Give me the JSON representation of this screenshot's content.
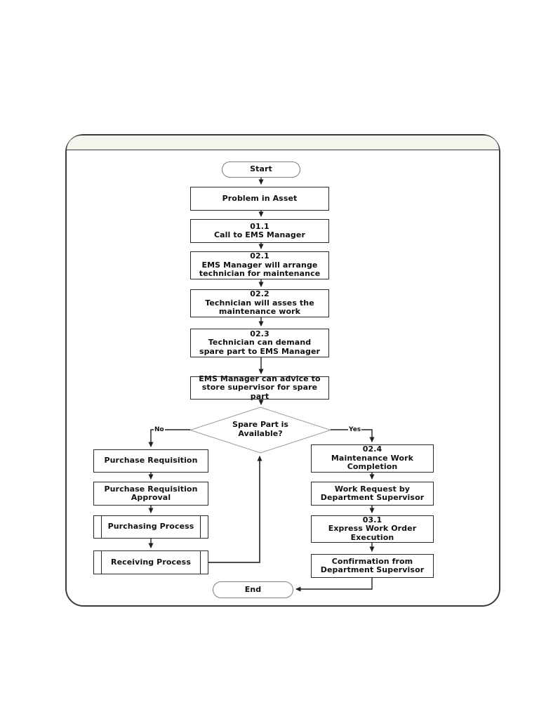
{
  "diagram": {
    "title_hint": "Maintenance and spare part request flowchart",
    "colors": {
      "background": "#ffffff",
      "frame_border": "#3a3a3a",
      "frame_band": "#f4f3ec",
      "box_border": "#2a2a2a",
      "terminator_border": "#7d7d7d",
      "decision_border": "#9a9a9a",
      "line": "#1f1f1f",
      "return_line": "#4d4d4d",
      "text": "#111111"
    },
    "nodes": {
      "start": {
        "type": "terminator",
        "label": "Start"
      },
      "problem": {
        "type": "process",
        "label": "Problem in Asset"
      },
      "call": {
        "type": "process",
        "code": "01.1",
        "label": "Call to EMS Manager"
      },
      "arrange": {
        "type": "process",
        "code": "02.1",
        "label": "EMS Manager will arrange technician for maintenance"
      },
      "assess": {
        "type": "process",
        "code": "02.2",
        "label": "Technician will asses the maintenance work"
      },
      "demand": {
        "type": "process",
        "code": "02.3",
        "label": "Technician can demand spare part to EMS Manager"
      },
      "advice": {
        "type": "process",
        "label": "EMS Manager can advice to store supervisor for spare part"
      },
      "decision": {
        "type": "decision",
        "label": "Spare Part is Available?"
      },
      "purchase_requisition": {
        "type": "process",
        "label": "Purchase Requisition"
      },
      "purchase_requisition_approval": {
        "type": "process",
        "label": "Purchase Requisition Approval"
      },
      "purchasing_process": {
        "type": "predefined-process",
        "label": "Purchasing Process"
      },
      "receiving_process": {
        "type": "predefined-process",
        "label": "Receiving Process"
      },
      "completion": {
        "type": "process",
        "code": "02.4",
        "label": "Maintenance Work Completion"
      },
      "work_request": {
        "type": "process",
        "label": "Work Request by Department Supervisor"
      },
      "express_order": {
        "type": "process",
        "code": "03.1",
        "label": "Express Work Order Execution"
      },
      "confirmation": {
        "type": "process",
        "label": "Confirmation from Department Supervisor"
      },
      "end": {
        "type": "terminator",
        "label": "End"
      }
    },
    "branches": {
      "no_label": "No",
      "yes_label": "Yes"
    }
  }
}
